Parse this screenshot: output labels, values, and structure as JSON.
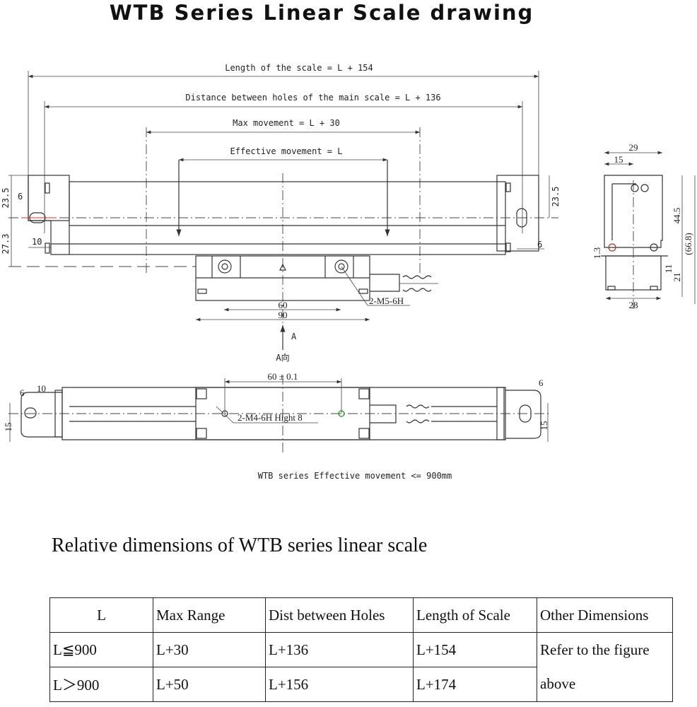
{
  "title": "WTB Series Linear Scale drawing",
  "dimensions": {
    "length_of_scale": "Length of the scale = L + 154",
    "distance_between_holes": "Distance between holes of the main scale = L + 136",
    "max_movement": "Max movement = L + 30",
    "effective_movement": "Effective movement = L",
    "left_23_5": "23.5",
    "left_27_3": "27.3",
    "left_6": "6",
    "left_10": "10",
    "right_23_5": "23.5",
    "right_6": "6",
    "carriage_60": "60",
    "carriage_90": "90",
    "thread_m5": "2-M5-6H",
    "view_a": "A",
    "view_a_label": "A向",
    "bottom_60": "60 ± 0.1",
    "bottom_thread": "2-M4-6H  Hight 8",
    "bottom_6_left": "6",
    "bottom_10": "10",
    "bottom_15_left": "15",
    "bottom_6_right": "6",
    "bottom_15_right": "15",
    "side_29": "29",
    "side_15": "15",
    "side_44_5": "44.5",
    "side_66_8": "(66.8)",
    "side_1_3": "1.3",
    "side_11": "11",
    "side_21": "21",
    "side_28": "28"
  },
  "caption": "WTB series Effective movement <= 900mm",
  "table": {
    "heading": "Relative dimensions of WTB series linear scale",
    "headers": [
      "L",
      "Max Range",
      "Dist between Holes",
      "Length of Scale",
      "Other Dimensions"
    ],
    "rows": [
      [
        "L≦900",
        "L+30",
        "L+136",
        "L+154"
      ],
      [
        "L＞900",
        "L+50",
        "L+156",
        "L+174"
      ]
    ],
    "other_dimensions_note": "Refer to the figure above"
  }
}
